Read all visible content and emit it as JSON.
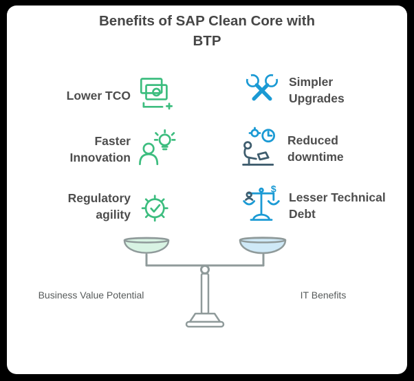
{
  "title": {
    "line1": "Benefits of SAP Clean Core with",
    "line2": "BTP"
  },
  "left_column": {
    "items": [
      {
        "line1": "Lower TCO",
        "line2": "",
        "icon": "money-notes-icon"
      },
      {
        "line1": "Faster",
        "line2": "Innovation",
        "icon": "person-lightbulb-icon"
      },
      {
        "line1": "Regulatory",
        "line2": "agility",
        "icon": "gear-check-icon"
      }
    ]
  },
  "right_column": {
    "items": [
      {
        "line1": "Simpler",
        "line2": "Upgrades",
        "icon": "crossed-wrenches-icon"
      },
      {
        "line1": "Reduced",
        "line2": "downtime",
        "icon": "person-clock-icon"
      },
      {
        "line1": "Lesser Technical",
        "line2": "Debt",
        "icon": "debt-balance-icon"
      }
    ]
  },
  "scale": {
    "left_pan_label": "Business Value Potential",
    "right_pan_label": "IT Benefits"
  },
  "colors": {
    "green": "#3dbd7f",
    "blue": "#1b9ad4",
    "dark_accent": "#3f5d6e",
    "scale_gray": "#8f9a9a",
    "left_pan_fill": "#d8f3e3",
    "right_pan_fill": "#cfe9f7",
    "title_text": "#464646",
    "label_text": "#4d4d4d",
    "pan_label_text": "#565a5a"
  }
}
